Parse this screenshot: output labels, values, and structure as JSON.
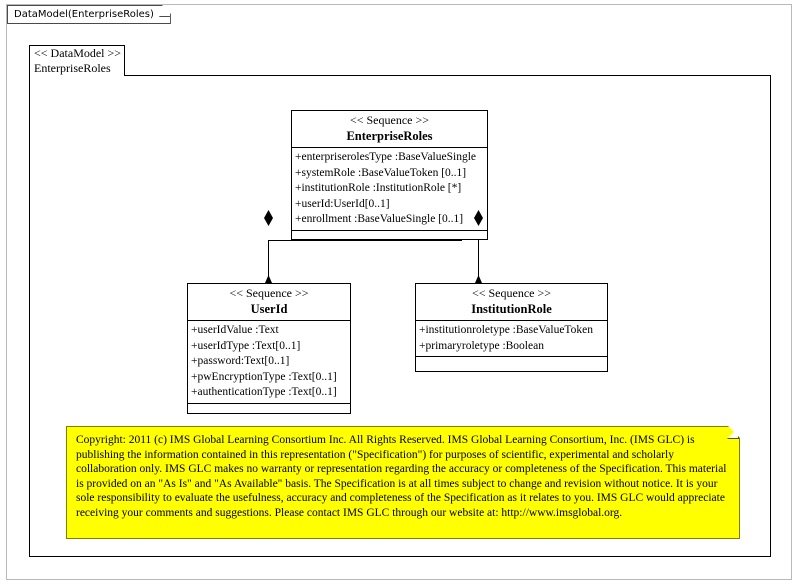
{
  "diagram": {
    "title": "DataModel(EnterpriseRoles)",
    "package": {
      "stereotype": "<< DataModel >>",
      "name": "EnterpriseRoles"
    }
  },
  "classes": [
    {
      "id": "enterpriseroles",
      "stereotype": "<< Sequence >>",
      "name": "EnterpriseRoles",
      "attributes": [
        "+enterpriserolesType  :BaseValueSingle",
        "+systemRole :BaseValueToken  [0..1]",
        "+institutionRole   :InstitutionRole  [*]",
        "+userId:UserId[0..1]",
        "+enrollment :BaseValueSingle  [0..1]"
      ],
      "operations": []
    },
    {
      "id": "userid",
      "stereotype": "<< Sequence >>",
      "name": "UserId",
      "attributes": [
        "+userIdValue :Text",
        "+userIdType :Text[0..1]",
        "+password:Text[0..1]",
        "+pwEncryptionType   :Text[0..1]",
        "+authenticationType   :Text[0..1]"
      ],
      "operations": []
    },
    {
      "id": "institutionrole",
      "stereotype": "<< Sequence >>",
      "name": "InstitutionRole",
      "attributes": [
        "+institutionroletype   :BaseValueToken",
        "+primaryroletype  :Boolean"
      ],
      "operations": []
    }
  ],
  "relations": [
    {
      "type": "composition",
      "from": "enterpriseroles",
      "to": "userid"
    },
    {
      "type": "composition",
      "from": "enterpriseroles",
      "to": "institutionrole"
    }
  ],
  "note": {
    "text": "Copyright: 2011 (c) IMS Global Learning Consortium Inc.  All Rights Reserved.  IMS Global Learning Consortium, Inc. (IMS GLC) is publishing the information contained in this representation (\"Specification\") for purposes of scientific, experimental and scholarly collaboration only.  IMS GLC makes no warranty or representation regarding  the accuracy or completeness of the Specification.  This material is provided on an \"As Is\" and \"As Available\" basis.  The Specification is at all times subject to change and revision without notice.  It is your sole responsibility to evaluate the usefulness, accuracy and completeness of the Specification as it relates to you.  IMS GLC would appreciate receiving your comments and suggestions.  Please contact IMS GLC through our website at: http://www.imsglobal.org.",
    "background_color": "#ffff00",
    "border_color": "#808000"
  }
}
